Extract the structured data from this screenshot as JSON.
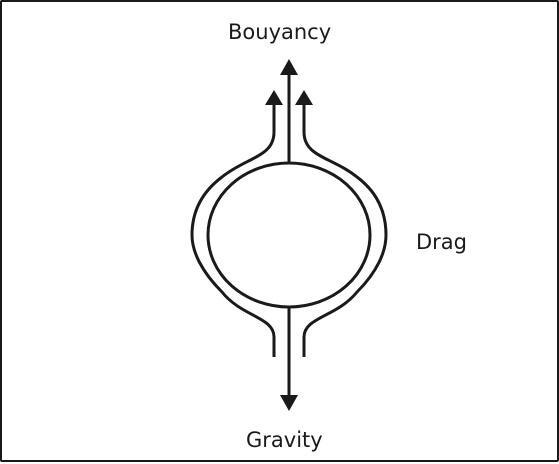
{
  "labels": {
    "top": "Bouyancy",
    "right": "Drag",
    "bottom": "Gravity"
  },
  "colors": {
    "stroke": "#1a1a1a",
    "background": "#ffffff",
    "border": "#1a1a1a"
  }
}
